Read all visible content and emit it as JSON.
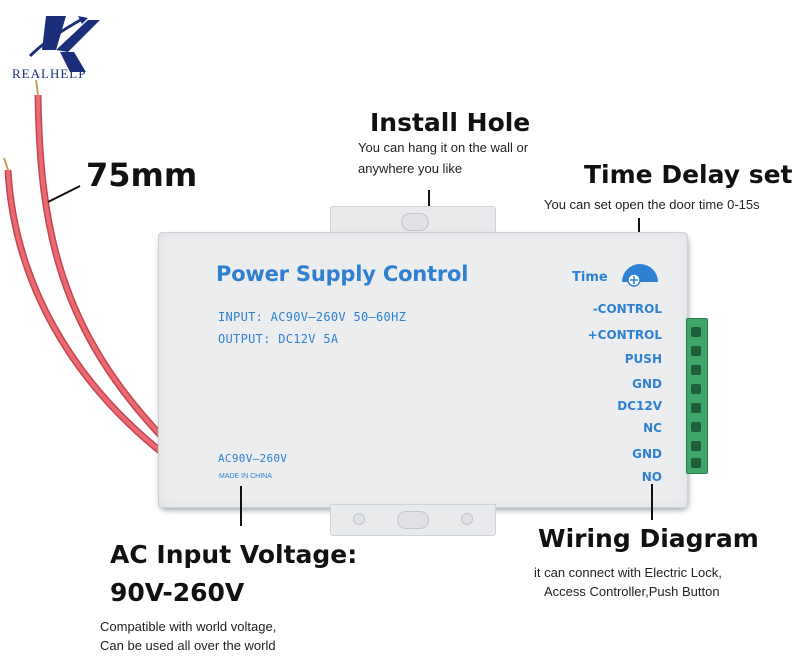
{
  "logo": {
    "name": "REALHELP",
    "icon": "realhelp-logo-icon"
  },
  "annotations": {
    "wire_length": "75mm",
    "install_hole": {
      "title": "Install Hole",
      "line1": "You can hang it on the wall or",
      "line2": "anywhere you like"
    },
    "time_delay": {
      "title": "Time Delay set",
      "text": "You can set open the door time 0-15s"
    },
    "ac_input": {
      "title_line1": "AC Input Voltage:",
      "title_line2": "90V-260V",
      "text_line1": "Compatible with world voltage,",
      "text_line2": "Can be used all over the world"
    },
    "wiring": {
      "title": "Wiring Diagram",
      "line1": "it can connect with Electric Lock,",
      "line2": "Access Controller,Push Button"
    }
  },
  "device": {
    "title": "Power Supply Control",
    "input": "INPUT: AC90V—260V 50—60HZ",
    "output": "OUTPUT: DC12V 5A",
    "ac_label": "AC90V—260V",
    "made_in": "MADE IN CHINA",
    "time_label": "Time",
    "terminals": [
      "-CONTROL",
      "+CONTROL",
      "PUSH",
      "GND",
      "DC12V",
      "NC",
      "GND",
      "NO"
    ]
  },
  "colors": {
    "label_blue": "#2f80d1",
    "terminal_green": "#3fa66a",
    "wire_red": "#e0525c",
    "logo_blue": "#1b2e7a"
  }
}
